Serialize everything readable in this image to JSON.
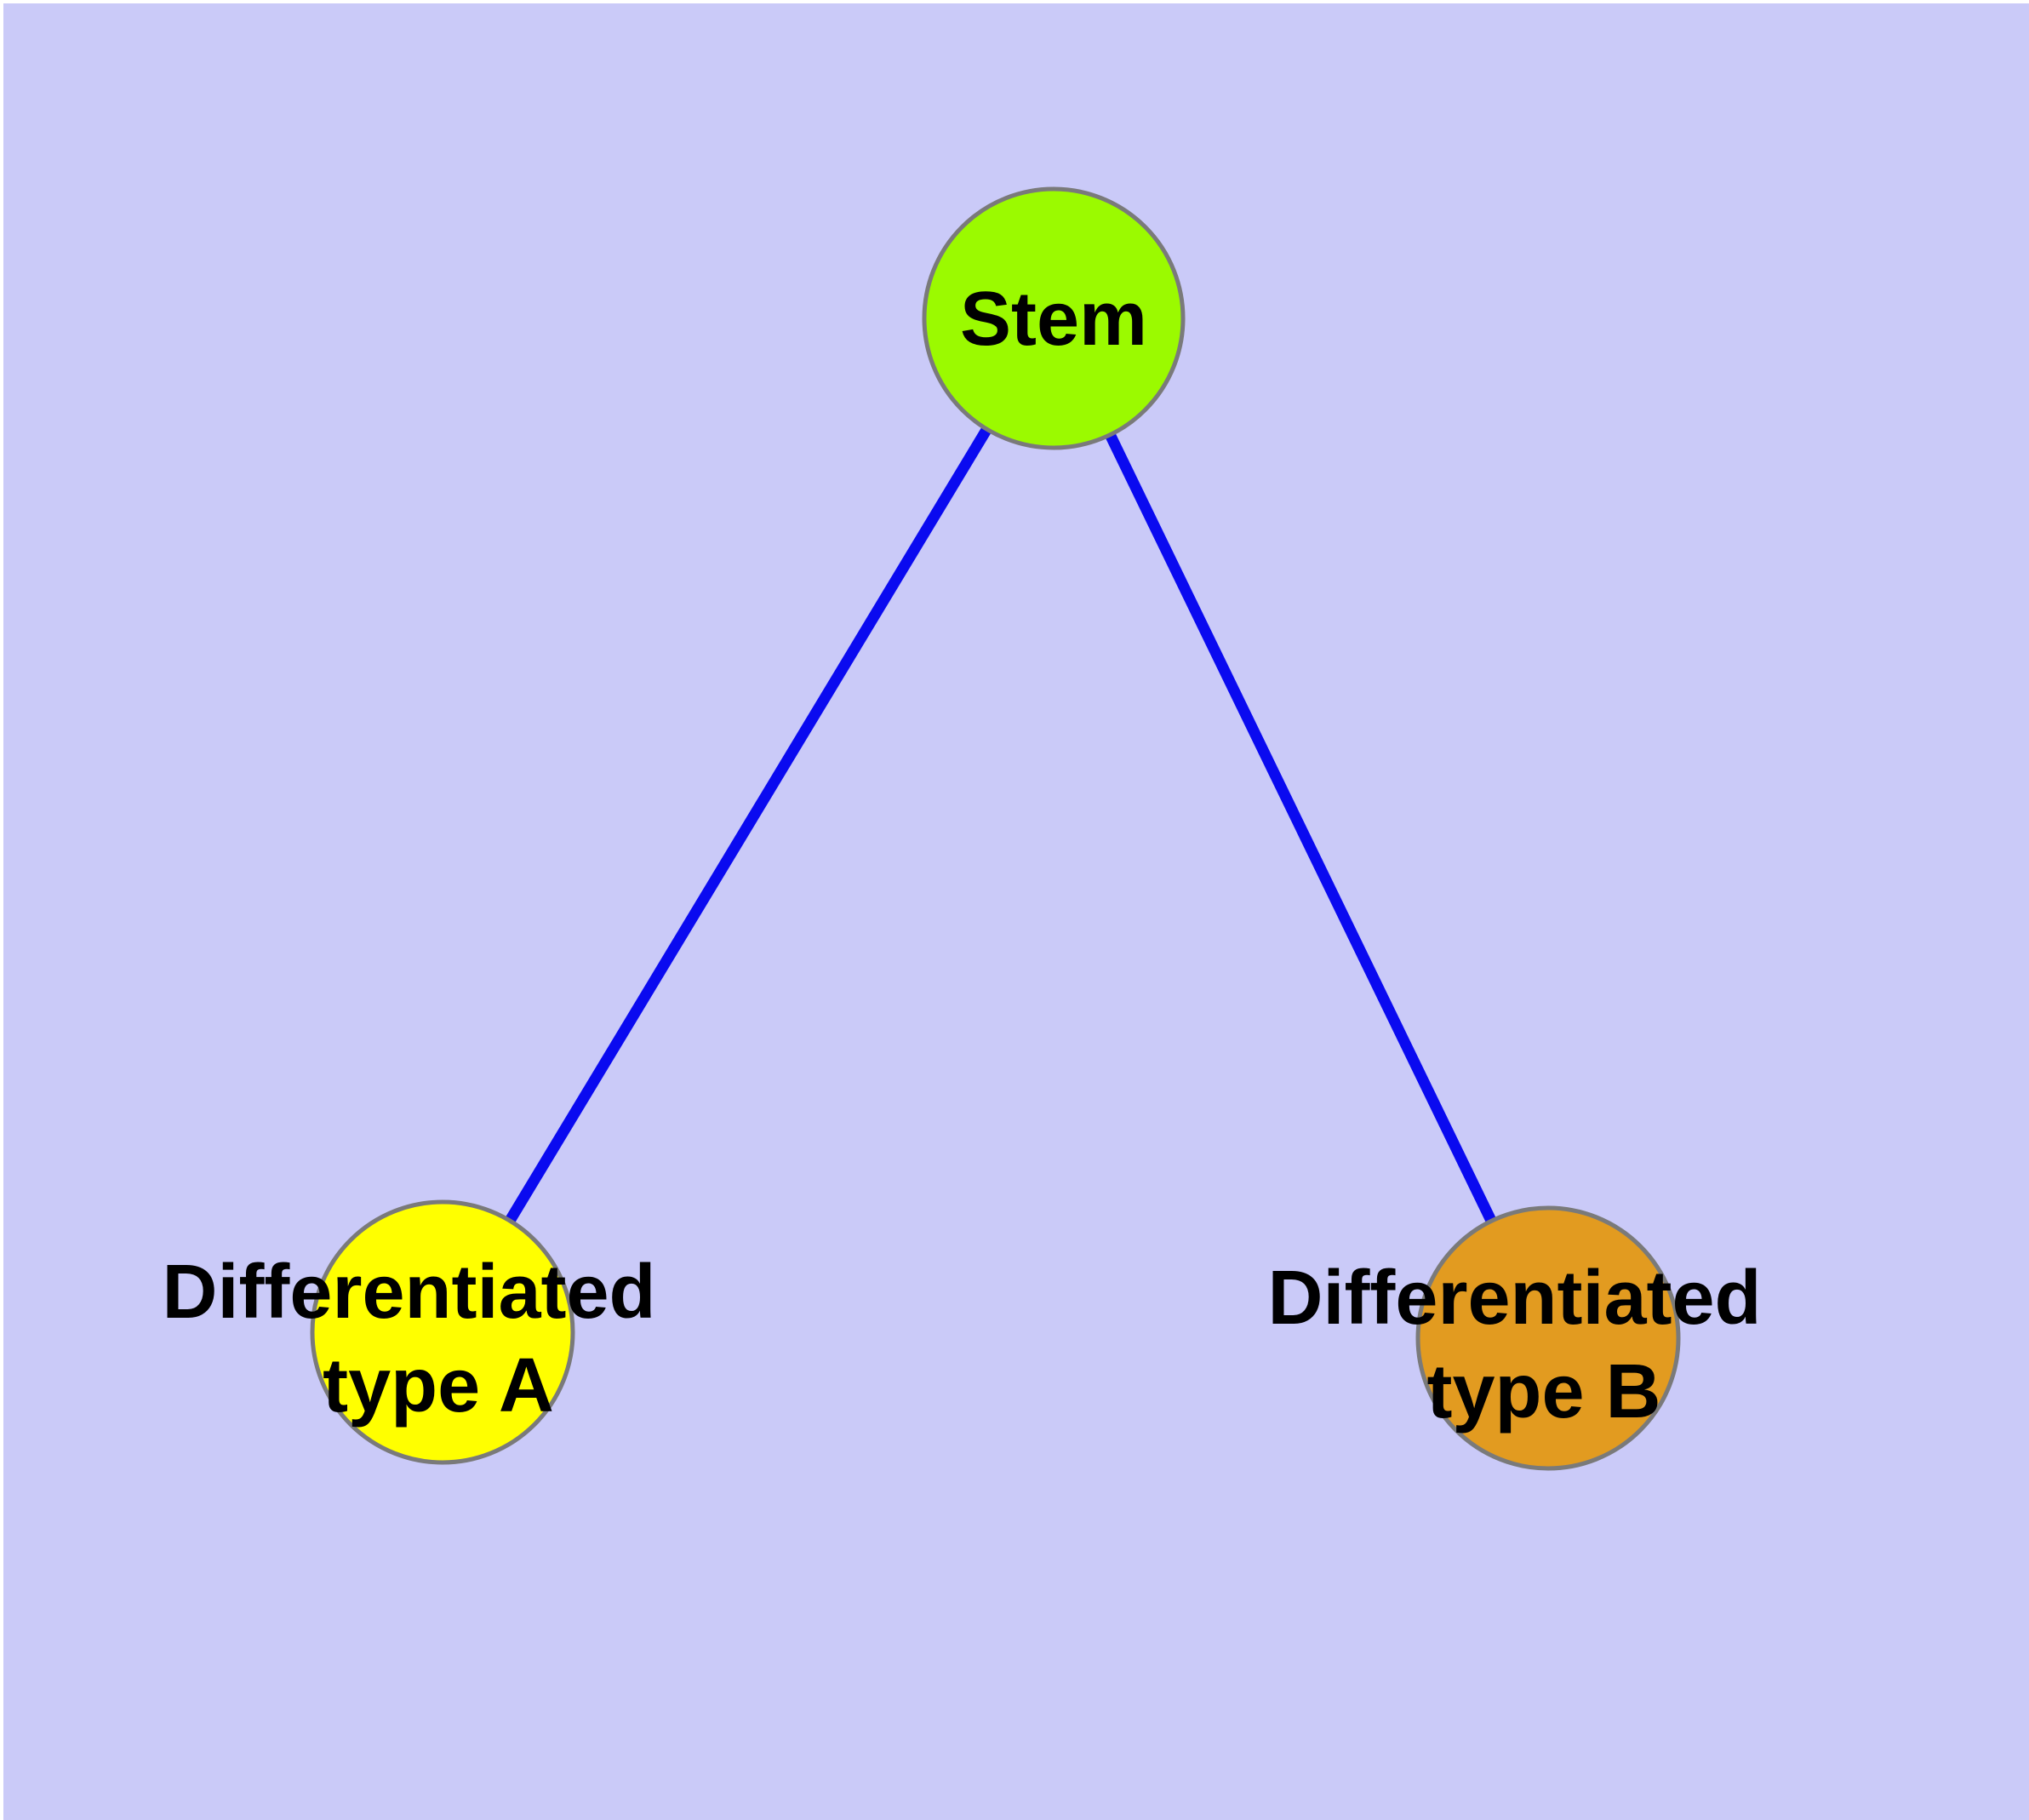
{
  "diagram": {
    "background_color": "#cacaf8",
    "frame_color": "#ffffff",
    "edge_color": "#0a0af0",
    "node_border_color": "#7a7a7a",
    "nodes": {
      "stem": {
        "label": "Stem",
        "color": "#9bfa00"
      },
      "type_a": {
        "label_line1": "Differentiated",
        "label_line2": "type A",
        "color": "#ffff00"
      },
      "type_b": {
        "label_line1": "Differentiated",
        "label_line2": "type B",
        "color": "#e29b20"
      }
    },
    "edges": [
      {
        "from": "Stem",
        "to": "Differentiated type A"
      },
      {
        "from": "Stem",
        "to": "Differentiated type B"
      }
    ]
  }
}
